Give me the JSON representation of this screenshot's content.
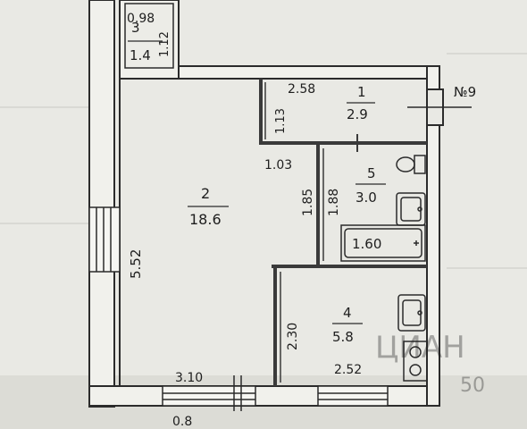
{
  "plan": {
    "apartment_number": "№9",
    "rooms": [
      {
        "id": "room-1",
        "number": "1",
        "area": "2.9"
      },
      {
        "id": "room-2",
        "number": "2",
        "area": "18.6"
      },
      {
        "id": "room-3",
        "number": "3",
        "area": "1.4"
      },
      {
        "id": "room-4",
        "number": "4",
        "area": "5.8"
      },
      {
        "id": "room-5",
        "number": "5",
        "area": "3.0"
      }
    ],
    "dimensions": {
      "room3_width": "0.98",
      "room3_depth": "1.12",
      "room1_width": "2.58",
      "room1_depth": "1.13",
      "corridor_width": "1.03",
      "room2_length": "5.52",
      "wall_left_of_bath": "1.85",
      "bath_depth": "1.88",
      "kitchen_depth": "2.30",
      "room2_width": "3.10",
      "kitchen_width": "2.52",
      "bathtub_length": "1.60",
      "below_plan": "0.8"
    },
    "watermark": {
      "brand": "ЦИАН",
      "number": "50"
    }
  }
}
